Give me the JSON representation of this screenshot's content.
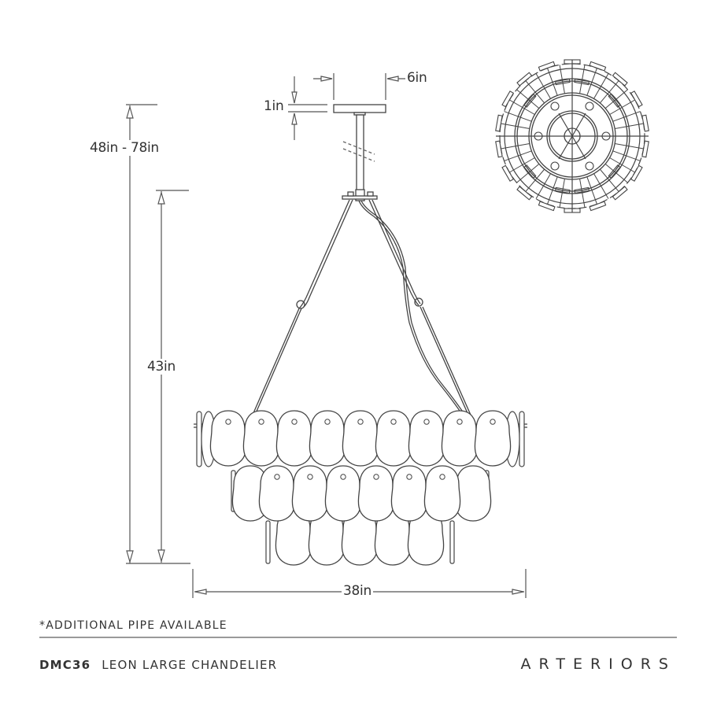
{
  "drawing": {
    "title": "Leon Large Chandelier dimension drawing",
    "colors": {
      "line": "#444444",
      "dimension": "#555555",
      "rule": "#9a9a9a"
    }
  },
  "dimensions": {
    "canopy_width": "6in",
    "canopy_height": "1in",
    "overall_height": "48in - 78in",
    "fixture_height": "43in",
    "fixture_width": "38in"
  },
  "note": "*ADDITIONAL PIPE AVAILABLE",
  "footer": {
    "sku": "DMC36",
    "product_name": "LEON LARGE CHANDELIER",
    "brand": "ARTERIORS"
  }
}
